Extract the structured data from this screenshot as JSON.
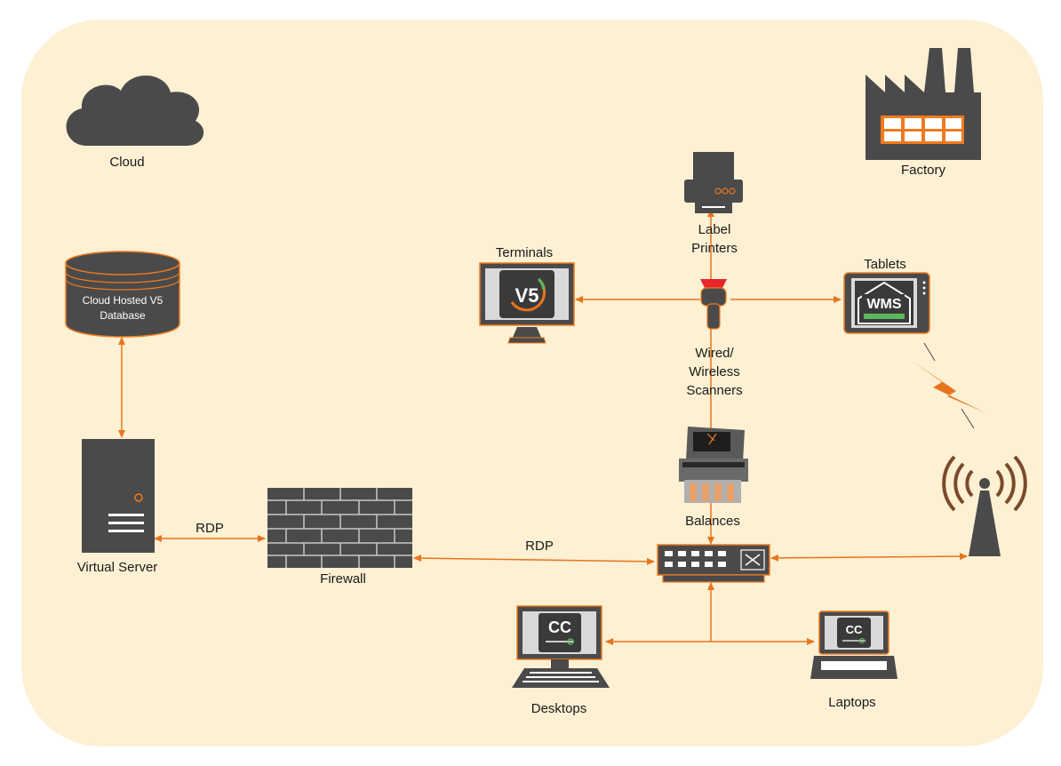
{
  "colors": {
    "background": "#fdf0d3",
    "icon_fill": "#4a4a4a",
    "icon_outline": "#f07a1e",
    "connector": "#e8741e",
    "label_text": "#1a1a1a"
  },
  "nodes": {
    "cloud": {
      "label": "Cloud",
      "icon": "cloud-icon"
    },
    "database": {
      "label": "Cloud Hosted V5\nDatabase",
      "icon": "database-icon"
    },
    "virtual_server": {
      "label": "Virtual Server",
      "icon": "server-icon"
    },
    "firewall": {
      "label": "Firewall",
      "icon": "firewall-icon"
    },
    "switch": {
      "icon": "network-switch-icon"
    },
    "terminals": {
      "label": "Terminals",
      "icon": "monitor-icon",
      "screen_text": "V5"
    },
    "label_printers": {
      "label": "Label\nPrinters",
      "icon": "printer-icon"
    },
    "scanners": {
      "label": "Wired/\nWireless\nScanners",
      "icon": "barcode-scanner-icon"
    },
    "tablets": {
      "label": "Tablets",
      "icon": "tablet-icon",
      "screen_text": "WMS"
    },
    "balances": {
      "label": "Balances",
      "icon": "weighing-scale-icon"
    },
    "desktops": {
      "label": "Desktops",
      "icon": "desktop-computer-icon",
      "screen_text": "CC"
    },
    "laptops": {
      "label": "Laptops",
      "icon": "laptop-icon",
      "screen_text": "CC"
    },
    "factory": {
      "label": "Factory",
      "icon": "factory-icon"
    },
    "wireless_antenna": {
      "icon": "wireless-antenna-icon"
    }
  },
  "connections": [
    {
      "from": "database",
      "to": "virtual_server",
      "label": ""
    },
    {
      "from": "virtual_server",
      "to": "firewall",
      "label": "RDP"
    },
    {
      "from": "firewall",
      "to": "switch",
      "label": "RDP"
    },
    {
      "from": "switch",
      "to": "wireless_antenna",
      "label": ""
    },
    {
      "from": "switch",
      "to": "desktops",
      "label": ""
    },
    {
      "from": "switch",
      "to": "laptops",
      "label": ""
    },
    {
      "from": "scanners",
      "to": "terminals",
      "label": ""
    },
    {
      "from": "scanners",
      "to": "tablets",
      "label": ""
    },
    {
      "from": "switch",
      "to": "label_printers",
      "label": ""
    },
    {
      "from": "wireless_antenna",
      "to": "tablets",
      "label": ""
    }
  ]
}
